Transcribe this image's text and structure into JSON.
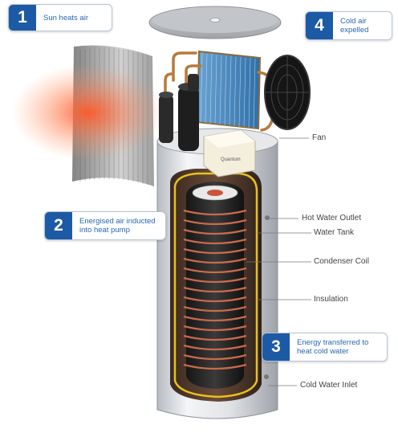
{
  "steps": [
    {
      "number": "1",
      "text": "Sun heats air"
    },
    {
      "number": "2",
      "text": "Energised air inducted into heat pump"
    },
    {
      "number": "3",
      "text": "Energy transferred to heat cold water"
    },
    {
      "number": "4",
      "text": "Cold air expelled"
    }
  ],
  "labels": {
    "fan": "Fan",
    "hot_water_outlet": "Hot Water Outlet",
    "water_tank": "Water Tank",
    "condenser_coil": "Condenser Coil",
    "insulation": "Insulation",
    "cold_water_inlet": "Cold Water Inlet"
  },
  "brand_badge": "Quantum",
  "colors": {
    "badge_blue": "#1d5aa6",
    "badge_text": "#2a66b3",
    "copper": "#c96a4a",
    "insulation_yellow": "#e8c21c",
    "heat_glow": "#ff5a2a"
  }
}
